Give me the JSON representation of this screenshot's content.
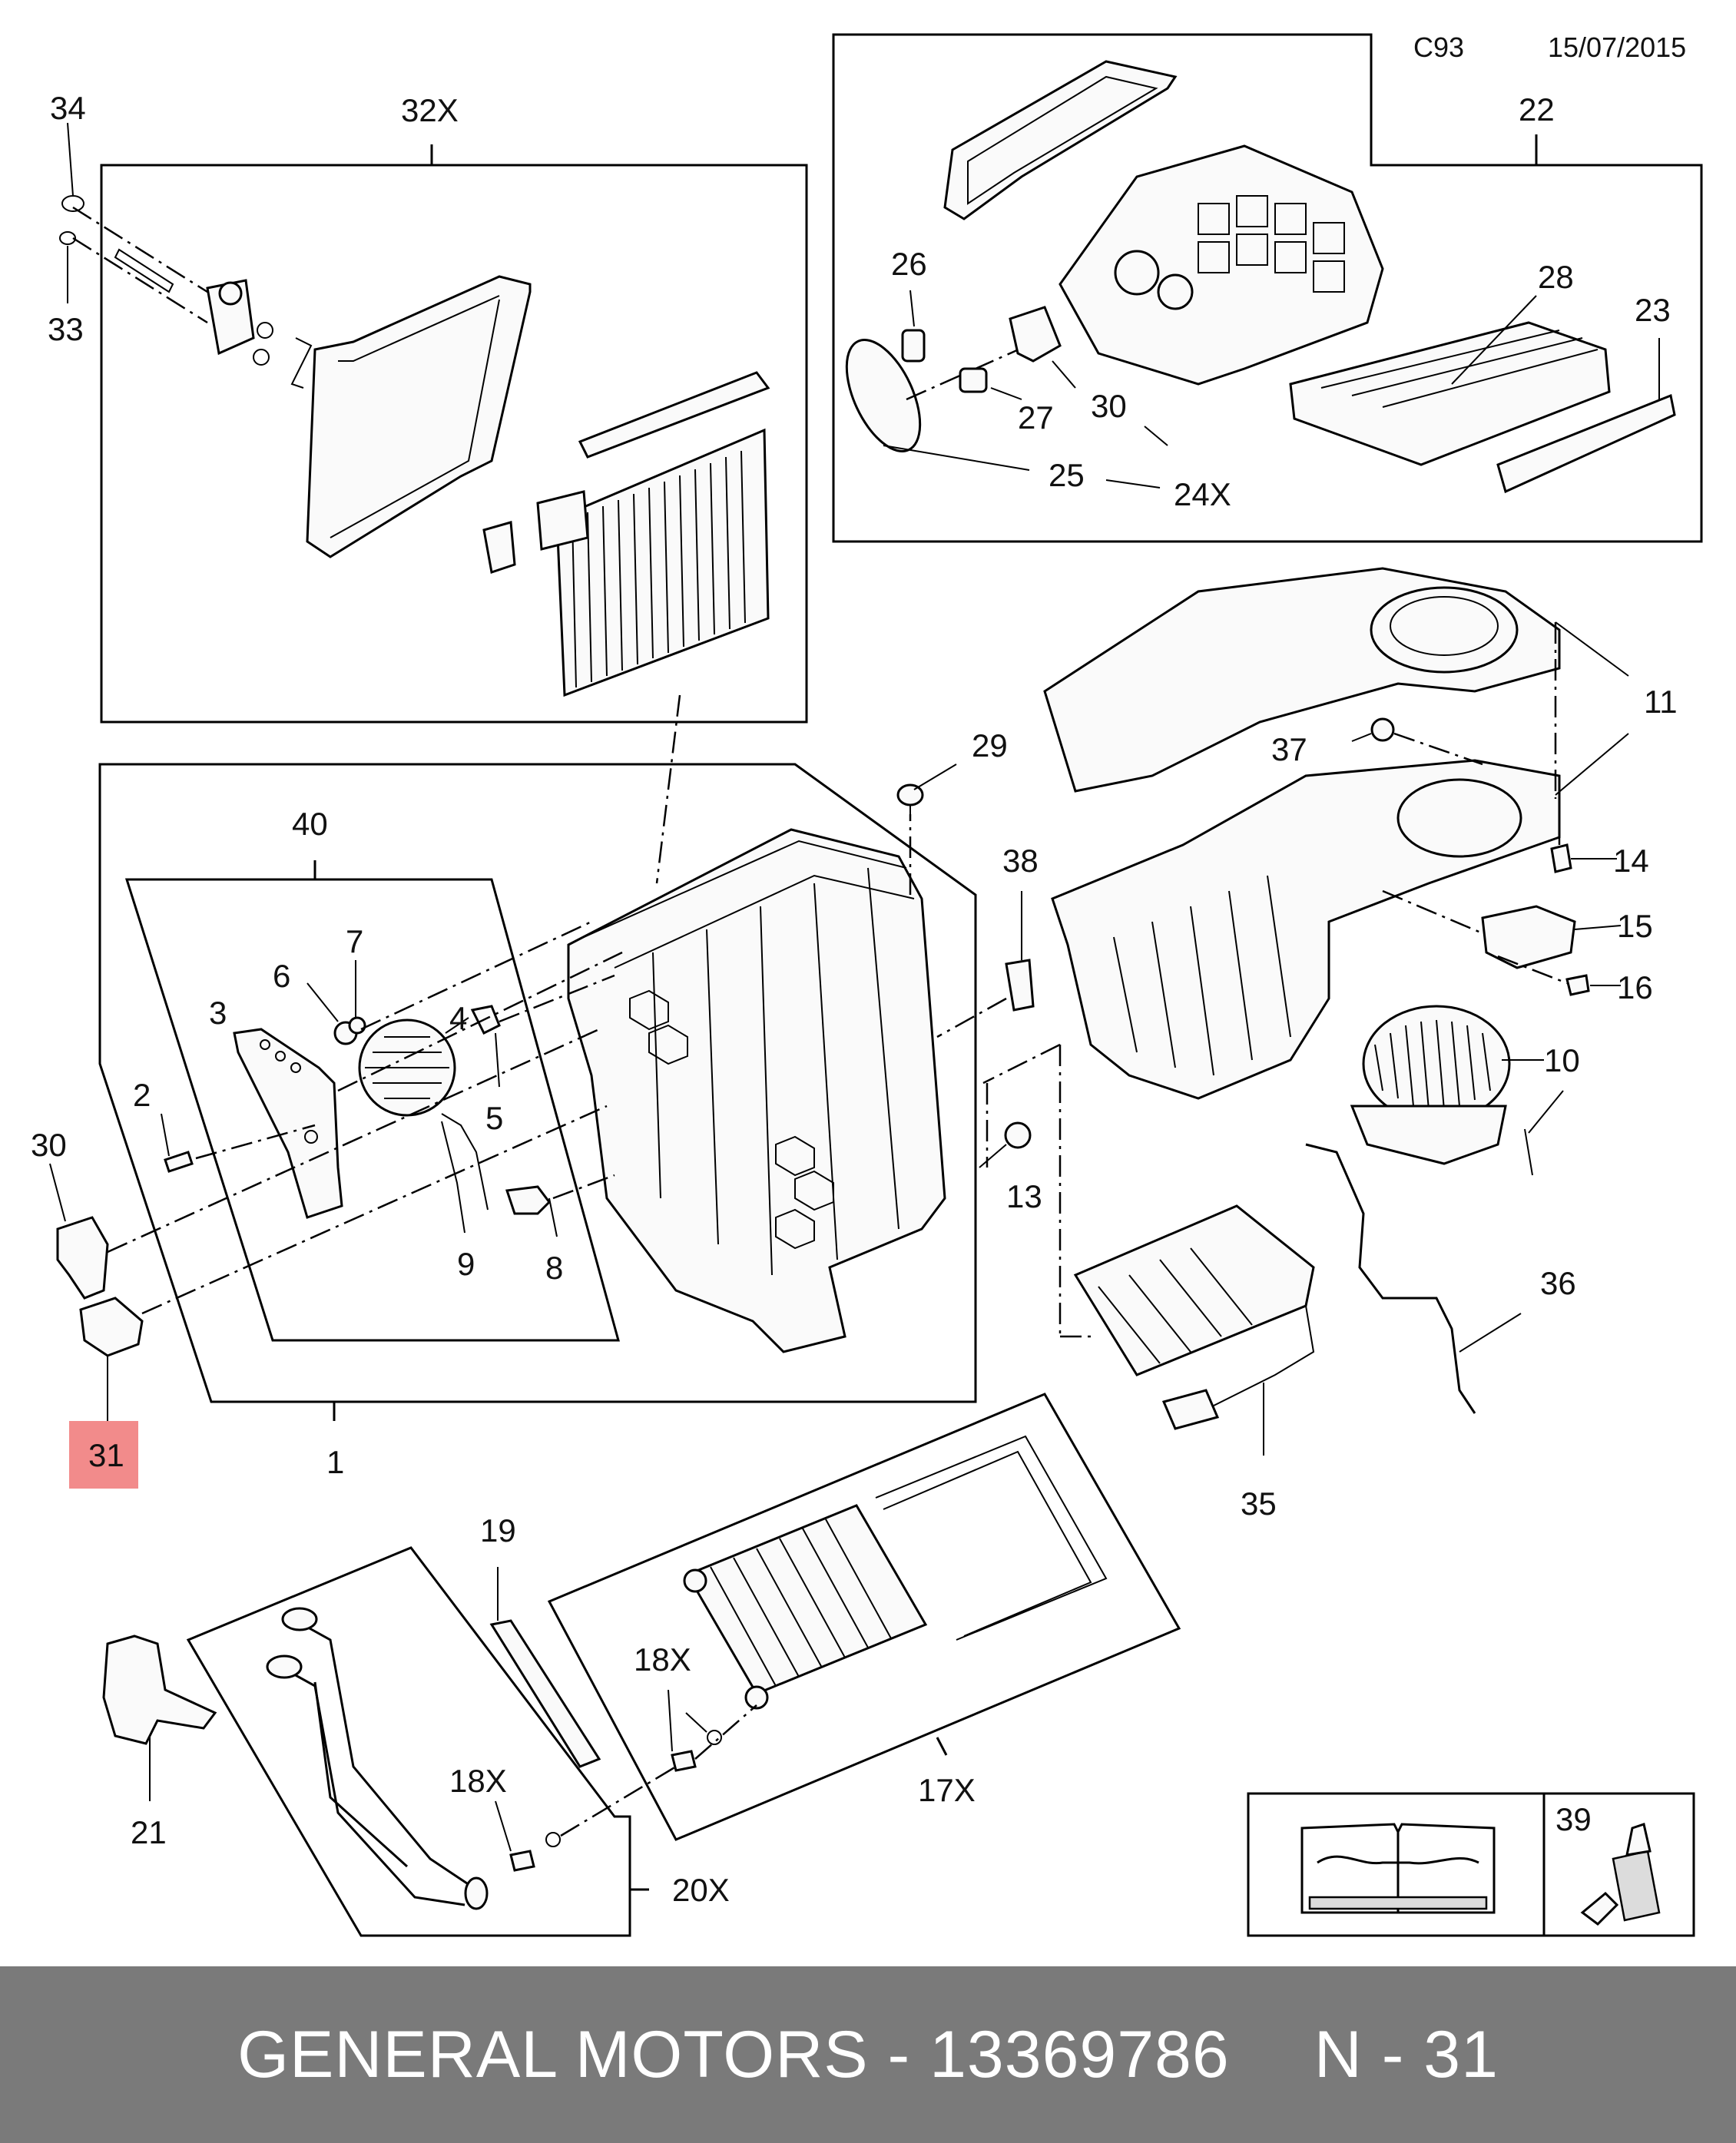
{
  "header": {
    "code": "C93",
    "date": "15/07/2015"
  },
  "labels": {
    "p1": "1",
    "p2": "2",
    "p3": "3",
    "p4": "4",
    "p5": "5",
    "p6": "6",
    "p7": "7",
    "p8": "8",
    "p9": "9",
    "p10": "10",
    "p11": "11",
    "p13": "13",
    "p14": "14",
    "p15": "15",
    "p16": "16",
    "p17x": "17X",
    "p18x_a": "18X",
    "p18x_b": "18X",
    "p19": "19",
    "p20x": "20X",
    "p21": "21",
    "p22": "22",
    "p23": "23",
    "p24x": "24X",
    "p25": "25",
    "p26": "26",
    "p27": "27",
    "p28": "28",
    "p29": "29",
    "p30_top": "30",
    "p30_left": "30",
    "p31": "31",
    "p32x": "32X",
    "p33": "33",
    "p34": "34",
    "p35": "35",
    "p36": "36",
    "p37": "37",
    "p38": "38",
    "p39": "39",
    "p40": "40"
  },
  "highlight": {
    "color": "#f28b8b"
  },
  "footer": {
    "brand": "GENERAL MOTORS - 13369786",
    "ref": "N - 31"
  }
}
